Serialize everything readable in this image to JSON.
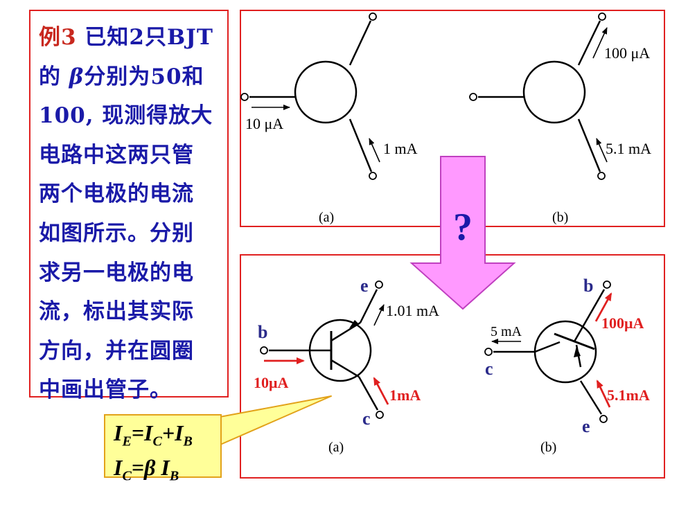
{
  "problem": {
    "example_label": "例3",
    "lines": [
      "已知2只BJT",
      "的",
      "β",
      "分别为50和",
      "100, 现测得放大",
      "电路中这两只管",
      "两个电极的电流",
      "如图所示。分别",
      "求另一电极的电",
      "流，标出其实际",
      "方向，并在圆圈",
      "中画出管子。"
    ]
  },
  "question_mark": "?",
  "top_panel": {
    "a": {
      "left_current": "10 μA",
      "bottom_current": "1 mA",
      "caption": "(a)"
    },
    "b": {
      "top_current": "100 μA",
      "bottom_current": "5.1 mA",
      "caption": "(b)"
    }
  },
  "bottom_panel": {
    "a": {
      "top_terminal": "e",
      "left_terminal": "b",
      "bottom_terminal": "c",
      "emitter_current": "1.01 mA",
      "base_current": "10μA",
      "collector_current": "1mA",
      "caption": "(a)"
    },
    "b": {
      "top_terminal": "b",
      "left_terminal": "c",
      "bottom_terminal": "e",
      "collector_current": "5 mA",
      "base_current": "100μA",
      "emitter_current": "5.1mA",
      "caption": "(b)"
    }
  },
  "formula": {
    "line1": {
      "a": "I",
      "a_sub": "E",
      "eq": "=",
      "b": "I",
      "b_sub": "C",
      "plus": "+",
      "c": "I",
      "c_sub": "B"
    },
    "line2": {
      "a": "I",
      "a_sub": "C",
      "eq": "=",
      "b": "β",
      "c": "I",
      "c_sub": "B"
    }
  },
  "colors": {
    "border": "#e02020",
    "text_blue": "#1a1aa8",
    "example_red": "#c8281e",
    "arrow_fill": "#ff99ff",
    "arrow_stroke": "#c040c0",
    "callout_fill": "#ffff99",
    "label_red": "#e02020",
    "terminal_blue": "#2a2a8a"
  }
}
